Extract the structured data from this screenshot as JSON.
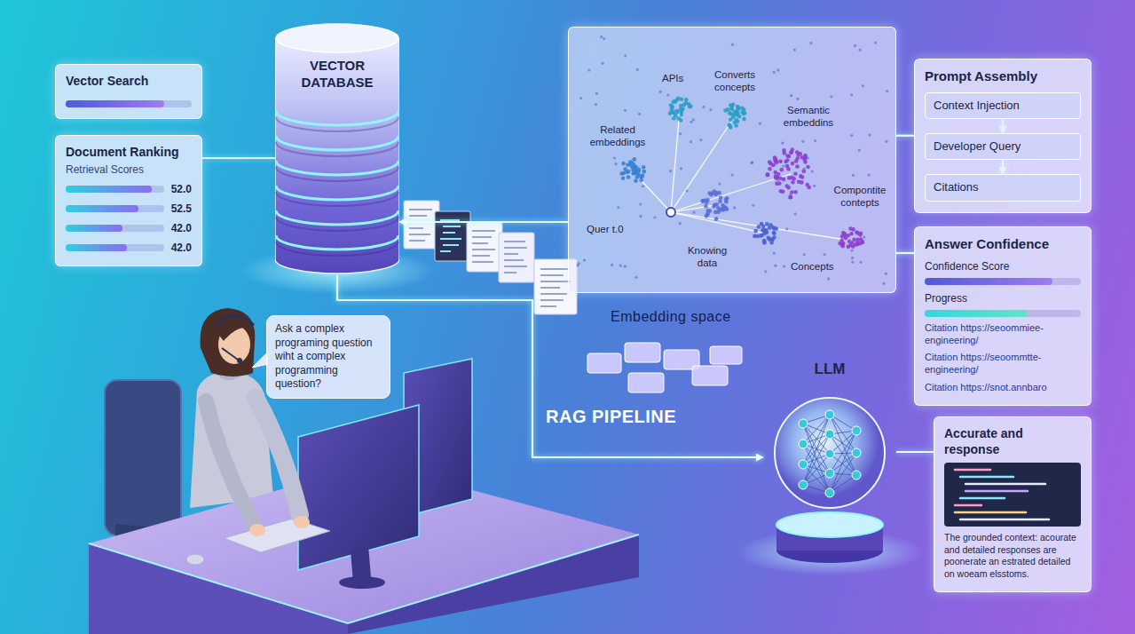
{
  "diagram": {
    "nodes": [
      {
        "text": [
          "Vector Search"
        ]
      },
      {
        "text": [
          "Document Ranking",
          "Retrieval Scores",
          "52.0",
          "52.5",
          "42.0",
          "42.0"
        ]
      },
      {
        "text": [
          "VECTOR DATABASE"
        ]
      },
      {
        "text": [
          "APIs",
          "Converts concepts",
          "Related embeddings",
          "Semantic embeddins",
          "Compontite contepts",
          "Quer t.0",
          "Knowing data",
          "Concepts"
        ]
      },
      {
        "text": [
          "Prompt Assembly"
        ]
      },
      {
        "text": [
          "Context Injection"
        ],
        "in": 4
      },
      {
        "text": [
          "Developer Query"
        ],
        "in": 4
      },
      {
        "text": [
          "Citations"
        ],
        "in": 4
      },
      {
        "text": [
          "Answer Confidence",
          "Confidence Score",
          "Progress",
          "Citation https://seoommiee-engineering/",
          "Citation https://seoommtte-engineering/",
          "Citation https://snot.annbaro"
        ]
      },
      {
        "text": [
          "Ask a complex programing question wiht a complex programming question?"
        ]
      },
      {
        "text": [
          "LLM"
        ]
      },
      {
        "text": [
          "Accurate and response",
          "The grounded context: acourate and detailed responses are poonerate an estrated detailed on woeam elsstoms."
        ]
      }
    ],
    "edges": [
      {
        "from": 1,
        "to": 2,
        "arrow": "none"
      },
      {
        "from": 3,
        "to": 4,
        "arrow": "none"
      },
      {
        "from": 3,
        "to": 8,
        "arrow": "none"
      },
      {
        "from": 5,
        "to": 6,
        "arrow": "to"
      },
      {
        "from": 6,
        "to": 7,
        "arrow": "to"
      },
      {
        "from": 3,
        "to": 2,
        "arrow": "to"
      },
      {
        "from": 2,
        "to": 10,
        "arrow": "to"
      },
      {
        "from": 10,
        "to": 11,
        "arrow": "none"
      }
    ],
    "labels": [
      "Embedding space",
      "RAG PIPELINE"
    ]
  }
}
